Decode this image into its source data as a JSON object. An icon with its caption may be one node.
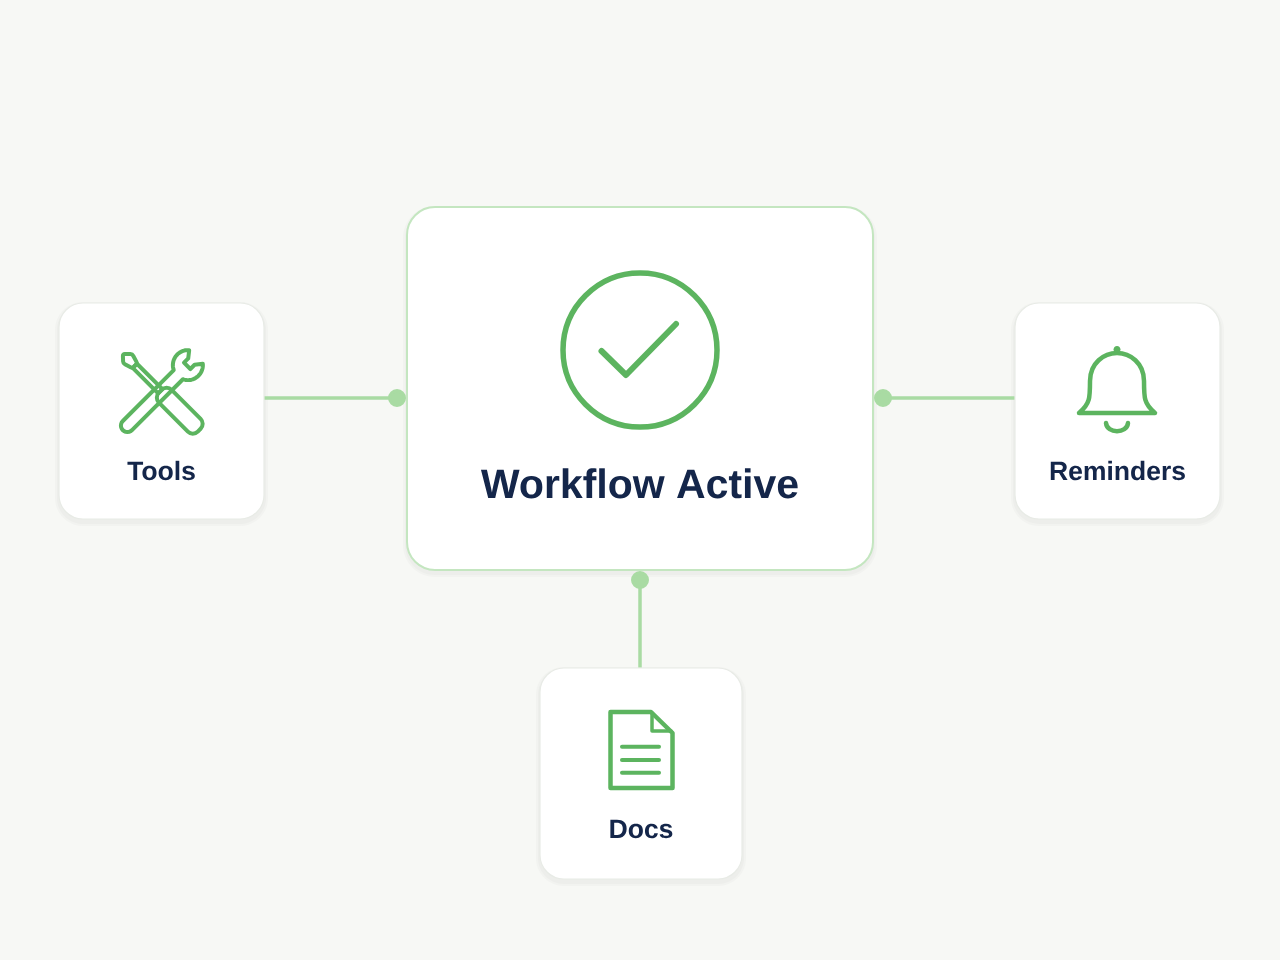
{
  "diagram": {
    "nodes": [
      {
        "text": [
          "Workflow Active"
        ]
      },
      {
        "text": [
          "Tools"
        ]
      },
      {
        "text": [
          "Reminders"
        ]
      },
      {
        "text": [
          "Docs"
        ]
      }
    ],
    "edges": [
      {
        "from": 0,
        "to": 1,
        "arrow": "other"
      },
      {
        "from": 0,
        "to": 2,
        "arrow": "other"
      },
      {
        "from": 0,
        "to": 3,
        "arrow": "other"
      }
    ]
  }
}
